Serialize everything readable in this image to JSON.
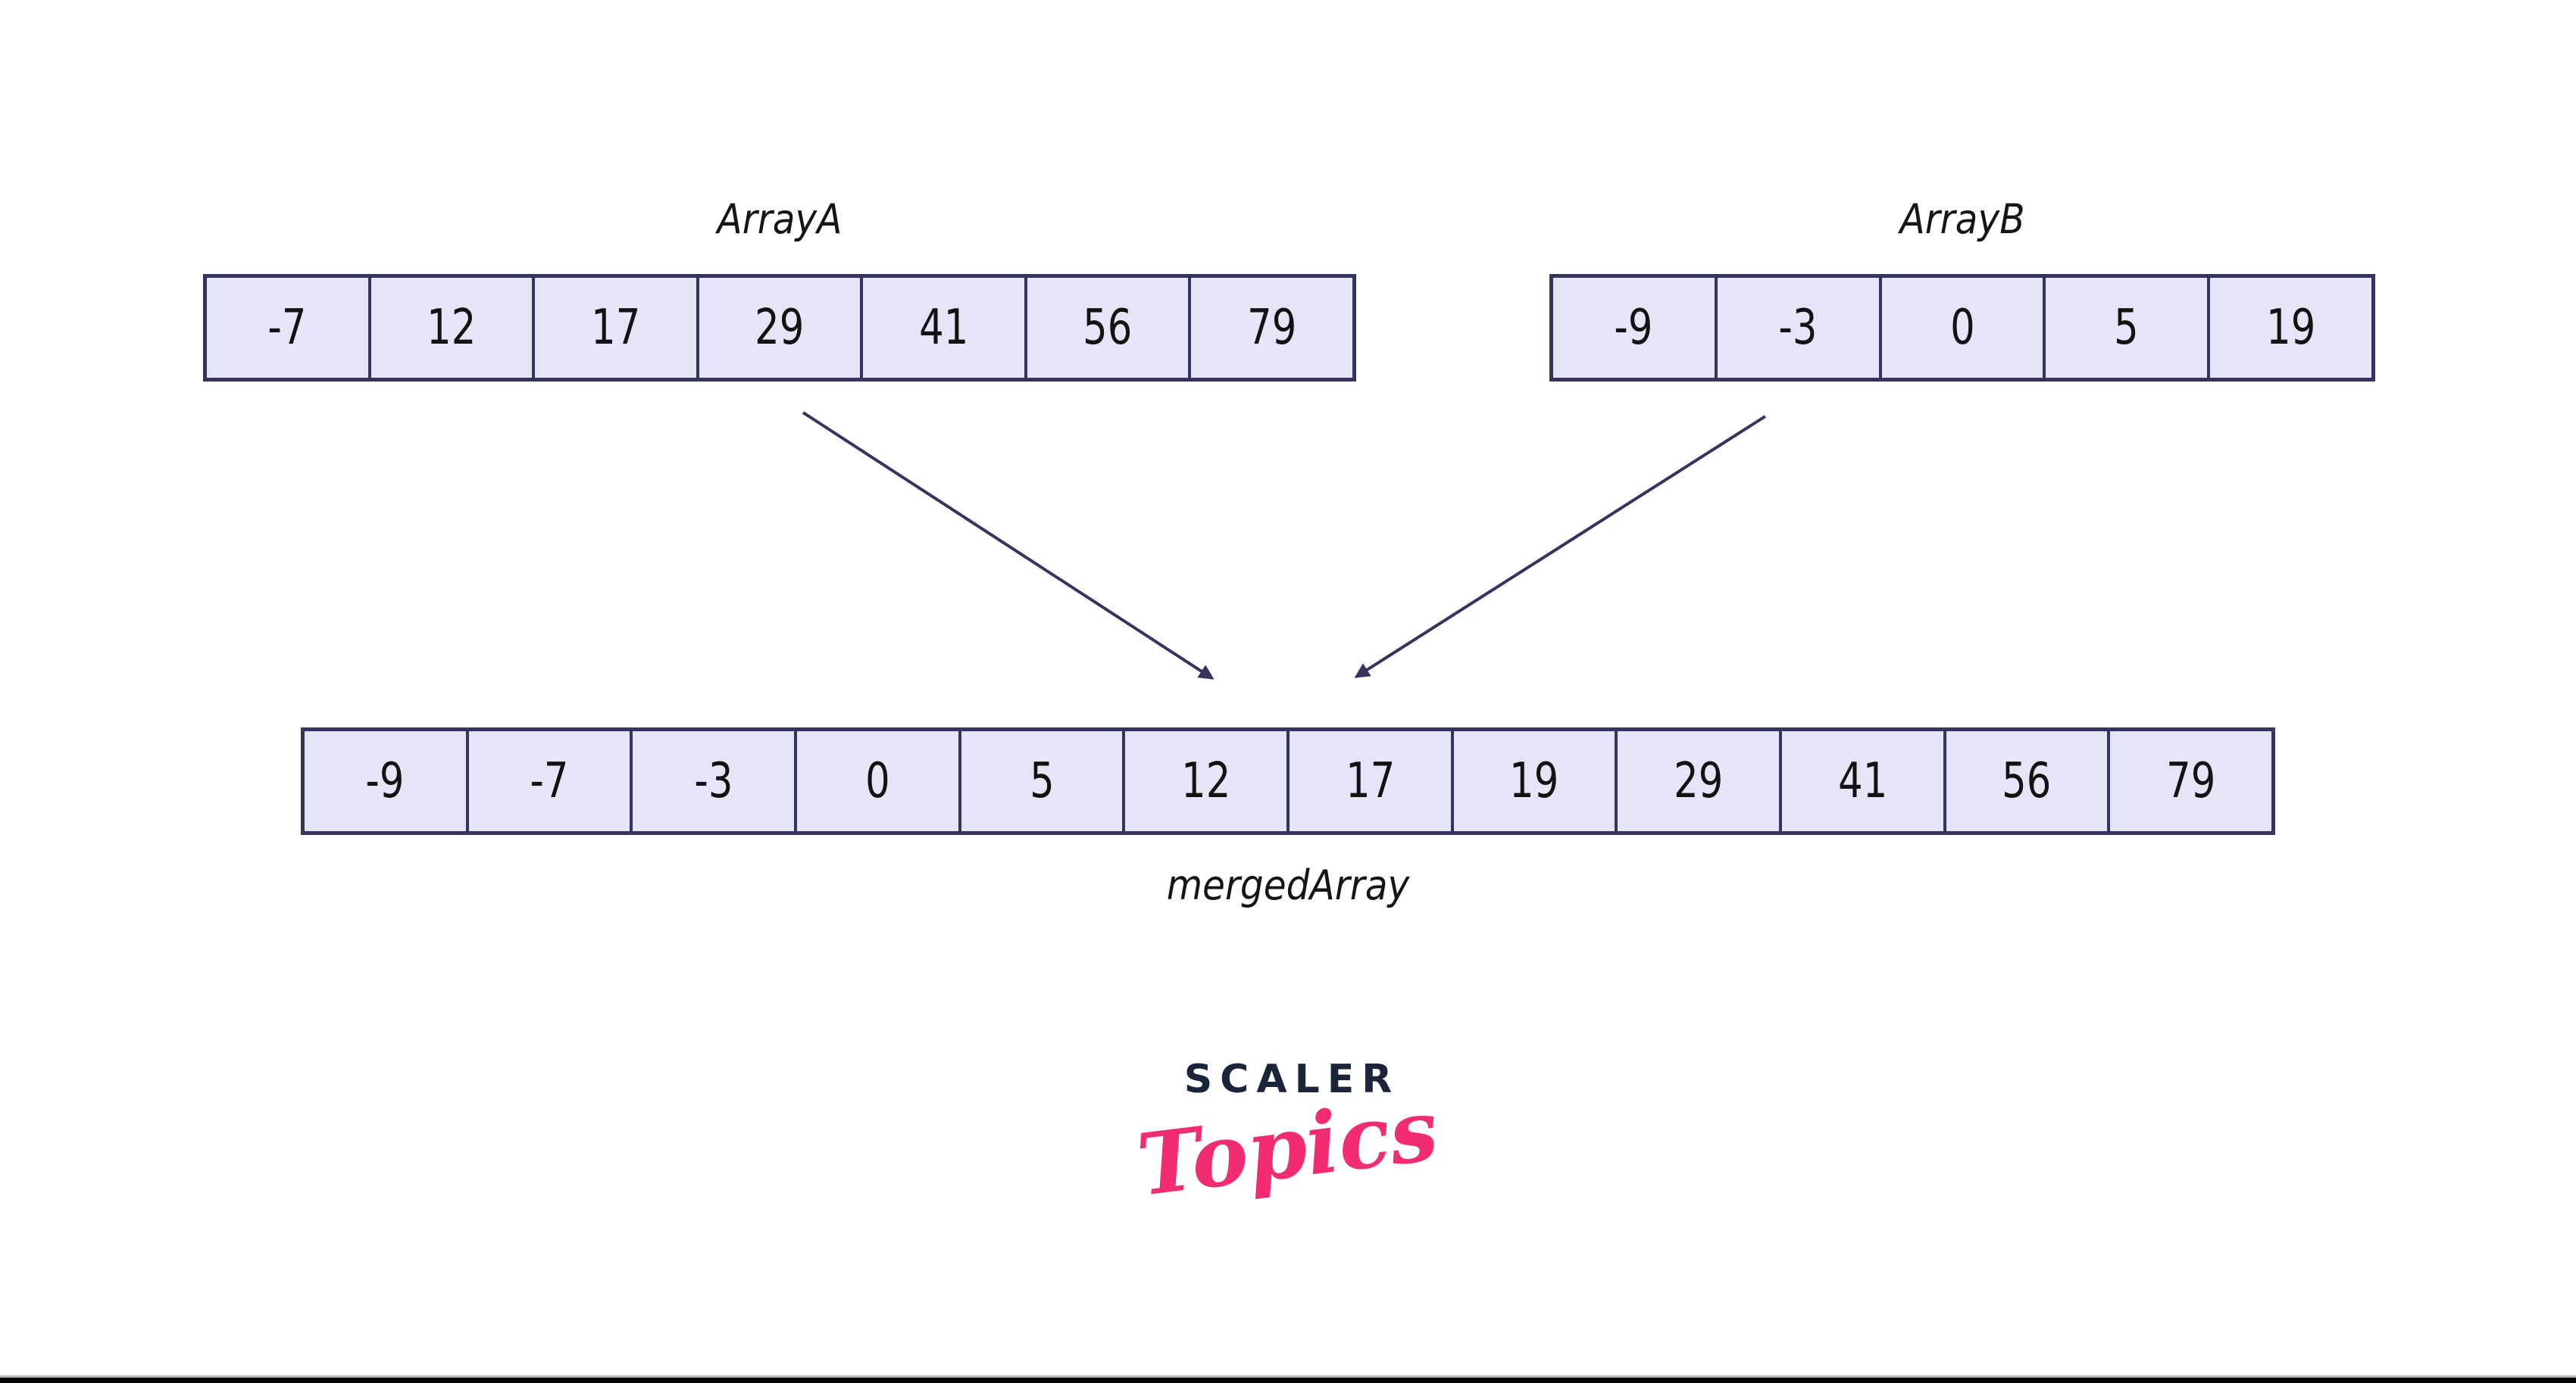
{
  "arrays": {
    "a": {
      "label": "ArrayA",
      "values": [
        "-7",
        "12",
        "17",
        "29",
        "41",
        "56",
        "79"
      ]
    },
    "b": {
      "label": "ArrayB",
      "values": [
        "-9",
        "-3",
        "0",
        "5",
        "19"
      ]
    },
    "merged": {
      "label": "mergedArray",
      "values": [
        "-9",
        "-7",
        "-3",
        "0",
        "5",
        "12",
        "17",
        "19",
        "29",
        "41",
        "56",
        "79"
      ]
    }
  },
  "logo": {
    "brand": "SCALER",
    "sub": "Topics"
  },
  "colors": {
    "line": "#34345e",
    "cell_fill": "#e6e5f7",
    "number_text": "#121212",
    "brand_navy": "#1b2539",
    "brand_pink": "#f12c72"
  }
}
